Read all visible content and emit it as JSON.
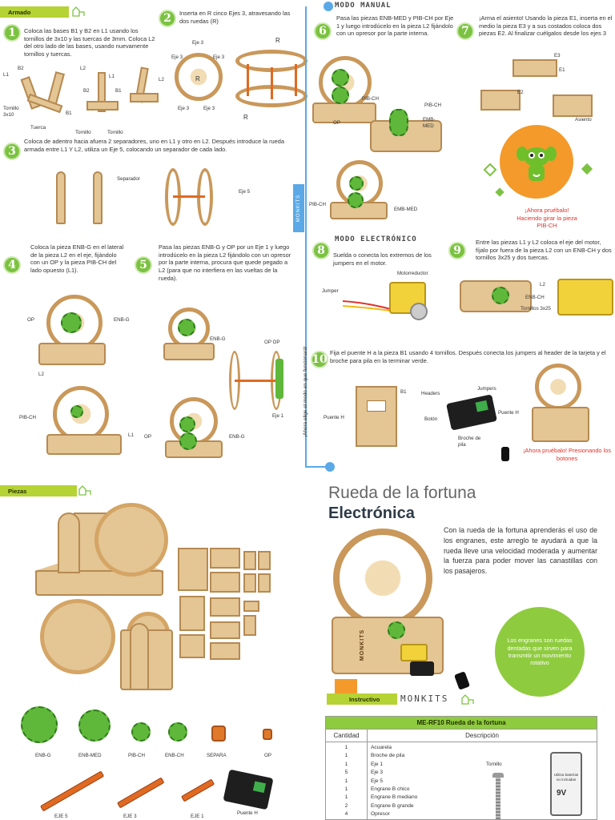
{
  "tags": {
    "armado": "Armado",
    "piezas": "Piezas",
    "instructivo": "Instructivo"
  },
  "brand": "MONKITS",
  "side_text": "¡Ahora elige el modo en que funcionará!",
  "steps": {
    "s1": {
      "num": "1",
      "text": "Coloca las bases B1 y B2 en L1 usando los tornillos de 3x10 y las tuercas de 3mm. Coloca L2 del otro lado de las bases, usando nuevamente tornillos y tuercas."
    },
    "s2": {
      "num": "2",
      "text": "Inserta en R cinco Ejes 3, atravesando las dos ruedas (R)"
    },
    "s3": {
      "num": "3",
      "text": "Coloca de adentro hacia afuera 2 separadores, uno en L1 y otro en L2. Después introduce la rueda armada entre L1 Y L2, utiliza un Eje 5, colocando un separador de cada lado."
    },
    "s4": {
      "num": "4",
      "text": "Coloca la pieza ENB-G en el lateral de la pieza L2 en el eje, fijándolo con un OP y la pieza PIB-CH del lado opuesto (L1)."
    },
    "s5": {
      "num": "5",
      "text": "Pasa las piezas ENB-G y OP por un Eje 1 y luego introdúcelo en la pieza L2 fijándolo con un opresor por la parte interna, procura que quede pegado a L2 (para que no interfiera en las vueltas de la rueda)."
    },
    "s6": {
      "num": "6",
      "text": "Pasa las piezas ENB-MED y PIB-CH por Eje 1 y luego introdúcelo en la pieza L2 fijándolo con un opresor por la parte interna."
    },
    "s7": {
      "num": "7",
      "text": "¡Arma el asiento! Usando la pieza E1, inserta en el medio la pieza E3 y a sus costados coloca dos piezas E2. Al finalizar cuélgalos desde los ejes 3"
    },
    "s8": {
      "num": "8",
      "text": "Suelda o conecta los extremos de los jumpers en el motor."
    },
    "s9": {
      "num": "9",
      "text": "Entre las piezas L1 y L2 coloca el eje del motor, fíjalo por fuera de la pieza L2 con un ENB-CH y dos tornillos 3x25 y dos tuercas."
    },
    "s10": {
      "num": "10",
      "text": "Fija el puente H a la pieza B1 usando 4 tornillos. Después conecta los jumpers al header de la tarjeta y el broche para pila en la terminar verde."
    }
  },
  "modes": {
    "manual": "MODO MANUAL",
    "electronico": "MODO ELECTRÓNICO"
  },
  "labels": {
    "b2": "B2",
    "l1": "L1",
    "l2": "L2",
    "tornillo_3x10": "Tornillo 3x10",
    "tuerca": "Tuerca",
    "b1": "B1",
    "tornillo": "Tornillo",
    "eje3": "Eje 3",
    "r": "R",
    "separador": "Separador",
    "eje5": "Eje 5",
    "op": "OP",
    "enb_g": "ENB-G",
    "pib_ch": "PIB-CH",
    "op_op": "OP OP",
    "eje1": "Eje 1",
    "emb_med": "EMB-MED",
    "e1": "E1",
    "e2": "E2",
    "e3": "E3",
    "asiento": "Asiento",
    "jumper": "Jumper",
    "motorreductor": "Motorreductor",
    "enb_ch": "ENB-CH",
    "tornillos_3x25": "Tornillos 3x25",
    "headers": "Headers",
    "jumpers": "Jumpers",
    "boton": "Botón",
    "puente_h": "Puente H",
    "broche": "Broche de pila"
  },
  "try_it": {
    "manual": "¡Ahora pruébalo! Haciendo girar la pieza PIB-CH",
    "electronico": "¡Ahora pruébalo! Presionando los botones"
  },
  "parts": {
    "row1": [
      "ENB-G",
      "ENB-MED",
      "PIB-CH",
      "ENB-CH",
      "SEPARA",
      "OP"
    ],
    "row2": [
      "EJE 5",
      "EJE 3",
      "EJE 1",
      "Puente H"
    ]
  },
  "product": {
    "title_line1": "Rueda de la fortuna",
    "title_line2": "Electrónica",
    "description": "Con la rueda de la fortuna aprenderás el uso de los engranes, este arreglo te ayudará a que la rueda lleve una velocidad moderada y aumentar la fuerza para poder mover las canastillas con los pasajeros.",
    "bubble": "Los engranes son ruedas dentadas que sirven para transmitir un movimiento rotativo"
  },
  "bom": {
    "code_title": "ME-RF10 Rueda de la fortuna",
    "col_qty": "Cantidad",
    "col_desc": "Descripción",
    "rows": [
      {
        "qty": "1",
        "desc": "Acuarela"
      },
      {
        "qty": "1",
        "desc": "Broche de pila"
      },
      {
        "qty": "1",
        "desc": "Eje 1"
      },
      {
        "qty": "5",
        "desc": "Eje 3"
      },
      {
        "qty": "1",
        "desc": "Eje 5"
      },
      {
        "qty": "1",
        "desc": "Engrane B chico"
      },
      {
        "qty": "1",
        "desc": "Engrane B mediano"
      },
      {
        "qty": "2",
        "desc": "Engrane B grande"
      },
      {
        "qty": "4",
        "desc": "Opresor"
      }
    ],
    "tornillo": "Tornillo",
    "battery_note": "Utiliza baterías no incluidas",
    "battery_v": "9V"
  },
  "colors": {
    "accent_green": "#7cc242",
    "tag_green": "#b5d334",
    "wood": "#e4c594",
    "orange": "#e06a22",
    "link_blue": "#5aa9e6"
  },
  "icons": [
    "home-tree-icon",
    "monkey-logo-icon"
  ]
}
